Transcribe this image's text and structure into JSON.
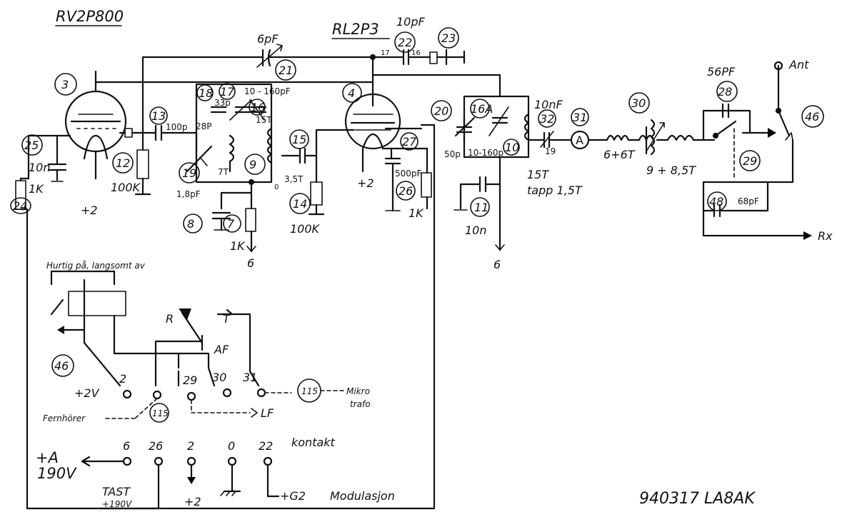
{
  "titles": {
    "tube_left": "RV2P800",
    "tube_right": "RL2P3",
    "signature": "940317 LA8AK",
    "switch_caption": "Hurtig på, langsomt av"
  },
  "parts": {
    "p3": "3",
    "p4": "4",
    "p21": "21",
    "p22": "22",
    "p23": "23",
    "p18": "18",
    "p17": "17",
    "p16": "16",
    "p13": "13",
    "p12": "12",
    "p19": "19",
    "p9": "9",
    "p8": "8",
    "p7": "7",
    "p15": "15",
    "p14": "14",
    "p25": "25",
    "p24": "24",
    "p27": "27",
    "p26": "26",
    "p20": "20",
    "p16A": "16A",
    "p10": "10",
    "p11": "11",
    "p32": "32",
    "p31": "31",
    "p30": "30",
    "p28": "28",
    "p29": "29",
    "p48": "48",
    "p46": "46",
    "p46b": "46",
    "p115a": "115",
    "p115b": "115"
  },
  "values": {
    "c21": "6pF",
    "c22": "10pF",
    "n17a": "17",
    "n16": "16",
    "c17": "10 - 160pF",
    "c18": "33p",
    "c28p": "28P",
    "t15a": "15T",
    "c13": "100p",
    "r12": "100K",
    "c19": "1,8pF",
    "t7": "7T",
    "t35": "3,5T",
    "n0": "0",
    "r14": "100K",
    "r7": "1K",
    "c25": "10n",
    "r24": "1K",
    "plus2a": "+2",
    "plus2b": "+2",
    "c27": "500pF",
    "r26": "1K",
    "c20": "50p",
    "c16A": "10-160p",
    "n19": "19",
    "c32": "10nF",
    "t15b": "15T",
    "tapp": "tapp 1,5T",
    "c11": "10n",
    "l64": "6+6T",
    "l985": "9 + 8,5T",
    "c28": "56PF",
    "c48": "68pF",
    "ant": "Ant",
    "rx": "Rx",
    "six_a": "6",
    "six_b": "6",
    "ammeter": "A"
  },
  "lower": {
    "r_label": "R",
    "t_label": "T",
    "af": "AF",
    "n2": "2",
    "n29": "29",
    "n30": "30",
    "n31": "31",
    "plus2v": "+2V",
    "mikro": "Mikro",
    "trafo": "trafo",
    "fern": "Fernhörer",
    "lf": "LF",
    "kontakt": "kontakt",
    "pins": [
      "6",
      "26",
      "2",
      "0",
      "22"
    ],
    "plusA": "+A",
    "v190": "190V",
    "tast": "TAST",
    "tast_v": "+190V",
    "plus2c": "+2",
    "g2": "+G2",
    "modulasjon": "Modulasjon"
  }
}
